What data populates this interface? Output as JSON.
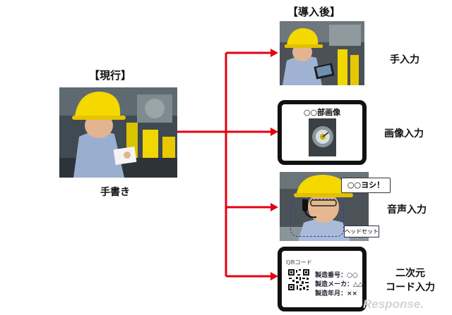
{
  "current": {
    "heading": "【現行】",
    "caption": "手書き"
  },
  "after": {
    "heading": "【導入後】"
  },
  "methods": [
    {
      "label": "手入力"
    },
    {
      "label": "画像入力",
      "screen_title": "○○部画像"
    },
    {
      "label": "音声入力",
      "speech_bubble": "○○ヨシ！",
      "headset_tag": "ヘッドセット"
    },
    {
      "label_line1": "二次元",
      "label_line2": "コード入力",
      "qr_label": "QRコード",
      "fields": [
        "製造番号：○○",
        "製造メーカ：△△",
        "製造年月：××"
      ]
    }
  ],
  "watermark": "Response.",
  "colors": {
    "arrow": "#e60012",
    "helmet": "#f5d800",
    "frame": "#111111"
  }
}
